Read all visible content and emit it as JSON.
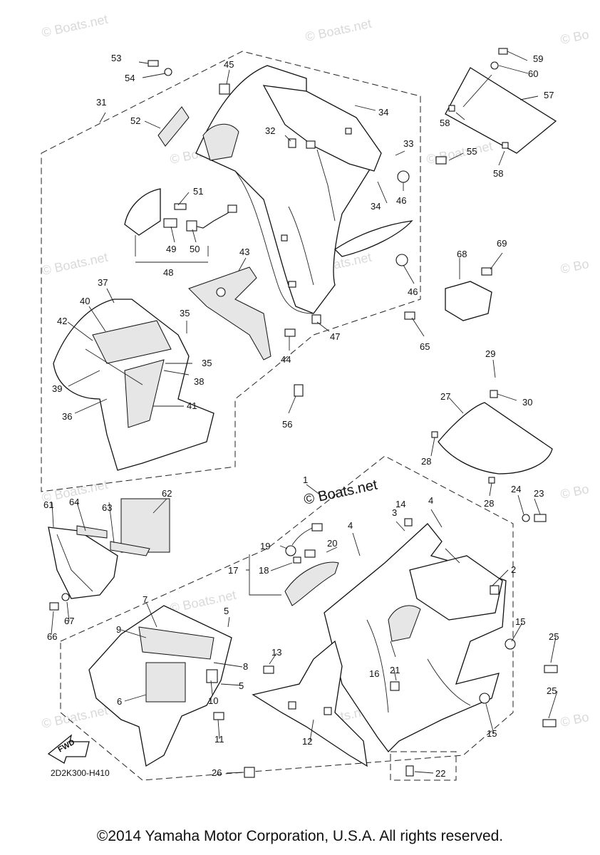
{
  "watermarks": [
    "© Boats.net",
    "© Boats.net",
    "© Boats.net",
    "© Boats.net",
    "© Boats.net",
    "© Boats.net",
    "© Boats.net",
    "© Boats.net",
    "© Boats.net",
    "© Boats.net",
    "© Bo",
    "© Bo",
    "© Bo",
    "© Bo"
  ],
  "watermark_main": "© Boats.net",
  "diagram_code": "2D2K300-H410",
  "fwd_label": "FWD",
  "copyright": "©2014 Yamaha Motor Corporation, U.S.A. All rights reserved.",
  "callouts": [
    "1",
    "2",
    "3",
    "4",
    "4",
    "5",
    "5",
    "6",
    "7",
    "8",
    "9",
    "10",
    "11",
    "12",
    "13",
    "14",
    "15",
    "15",
    "16",
    "17",
    "18",
    "19",
    "20",
    "21",
    "22",
    "23",
    "24",
    "25",
    "25",
    "26",
    "27",
    "28",
    "28",
    "29",
    "30",
    "31",
    "32",
    "33",
    "34",
    "34",
    "35",
    "35",
    "36",
    "37",
    "38",
    "39",
    "40",
    "41",
    "42",
    "43",
    "44",
    "45",
    "46",
    "46",
    "47",
    "48",
    "49",
    "50",
    "51",
    "52",
    "53",
    "54",
    "55",
    "56",
    "57",
    "58",
    "58",
    "59",
    "60",
    "61",
    "62",
    "63",
    "64",
    "65",
    "66",
    "67",
    "68",
    "69"
  ]
}
